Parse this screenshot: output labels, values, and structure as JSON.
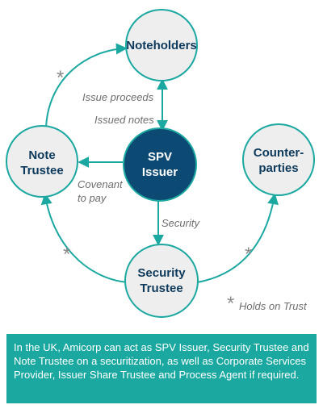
{
  "nodes": {
    "noteholders": {
      "label": "Noteholders"
    },
    "note_trustee": {
      "line1": "Note",
      "line2": "Trustee"
    },
    "spv_issuer": {
      "line1": "SPV",
      "line2": "Issuer"
    },
    "counterparties": {
      "line1": "Counter-",
      "line2": "parties"
    },
    "security_trustee": {
      "line1": "Security",
      "line2": "Trustee"
    }
  },
  "edges": {
    "issue_proceeds": "Issue proceeds",
    "issued_notes": "Issued notes",
    "covenant_line1": "Covenant",
    "covenant_line2": "to pay",
    "security": "Security"
  },
  "trust_marker": "*",
  "legend": {
    "asterisk": "*",
    "text": "Holds on Trust"
  },
  "footnote": "In the UK, Amicorp can act as SPV Issuer, Security Trustee and Note Trustee on a securitization, as well as Corporate Services Provider, Issuer Share Trustee and Process Agent if required.",
  "colors": {
    "teal": "#1aa8a0",
    "navy": "#0d4a73",
    "node_fill": "#eeeeee",
    "node_text": "#0d3a5c",
    "label_gray": "#6e6e6e",
    "asterisk_gray": "#8a8a8a"
  }
}
